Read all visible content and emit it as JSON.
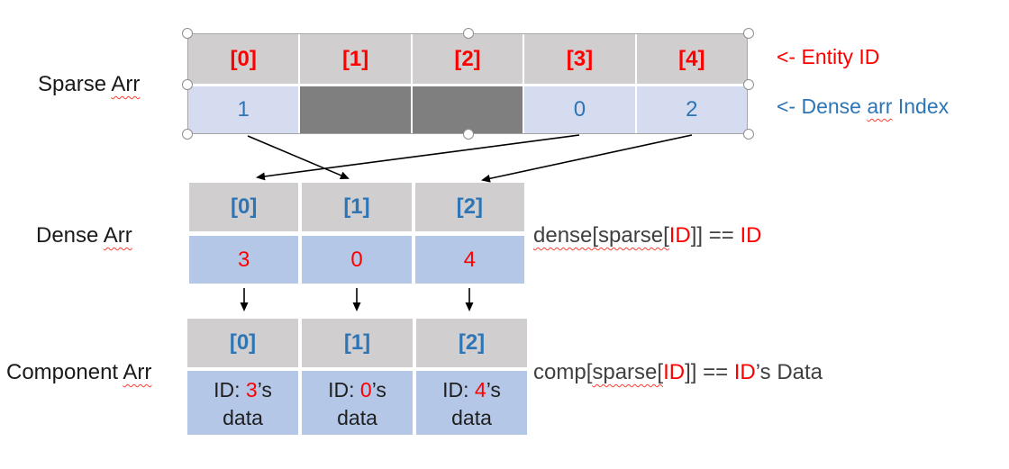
{
  "colors": {
    "accent_red": "#ff0000",
    "accent_blue": "#2e75b6",
    "header_cell_bg": "#d0cece",
    "sparse_value_bg": "#d6dcef",
    "dense_value_bg": "#b4c7e7",
    "empty_cell_bg": "#7f7f7f",
    "formula_text": "#404040",
    "arrow_color": "#000000"
  },
  "labels": {
    "sparse": {
      "prefix": "Sparse ",
      "arr": "Arr"
    },
    "dense": {
      "prefix": "Dense ",
      "arr": "Arr"
    },
    "component": {
      "prefix": "Component ",
      "arr": "Arr"
    }
  },
  "sparse_table": {
    "headers": [
      "[0]",
      "[1]",
      "[2]",
      "[3]",
      "[4]"
    ],
    "values": [
      "1",
      "",
      "",
      "0",
      "2"
    ]
  },
  "annotations": {
    "entity_id": "<- Entity ID",
    "dense_index_prefix": "<- Dense ",
    "dense_index_arr": "arr",
    "dense_index_suffix": " Index"
  },
  "dense_table": {
    "headers": [
      "[0]",
      "[1]",
      "[2]"
    ],
    "values": [
      "3",
      "0",
      "4"
    ]
  },
  "component_table": {
    "headers": [
      "[0]",
      "[1]",
      "[2]"
    ],
    "cells": [
      {
        "prefix": "ID: ",
        "id": "3",
        "suffix": "’s",
        "line2": "data"
      },
      {
        "prefix": "ID: ",
        "id": "0",
        "suffix": "’s",
        "line2": "data"
      },
      {
        "prefix": "ID: ",
        "id": "4",
        "suffix": "’s",
        "line2": "data"
      }
    ]
  },
  "formulas": {
    "dense": {
      "sq_part": "dense[sparse[",
      "id1": "ID",
      "mid": "]] == ",
      "id2": "ID"
    },
    "comp": {
      "pre": "comp[",
      "sq_part": "sparse[",
      "id1": "ID",
      "mid": "]] == ",
      "id2": "ID",
      "post": "’s Data"
    }
  }
}
